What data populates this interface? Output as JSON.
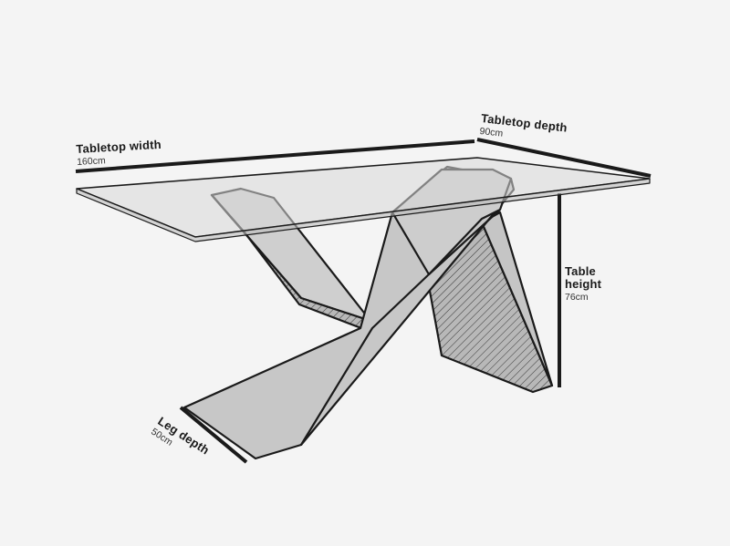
{
  "dimensions": {
    "tabletop_width": {
      "label": "Tabletop width",
      "value": "160cm"
    },
    "tabletop_depth": {
      "label": "Tabletop depth",
      "value": "90cm"
    },
    "table_height": {
      "label_line1": "Table",
      "label_line2": "height",
      "value": "76cm"
    },
    "leg_depth": {
      "label": "Leg depth",
      "value": "50cm"
    }
  },
  "colors": {
    "background": "#f4f4f4",
    "outline": "#1a1a1a",
    "glass": "#dcdcdc",
    "leg_front": "#c9c9c9",
    "leg_top": "#d2d2d2",
    "hatch_bg": "#b5b5b5"
  }
}
